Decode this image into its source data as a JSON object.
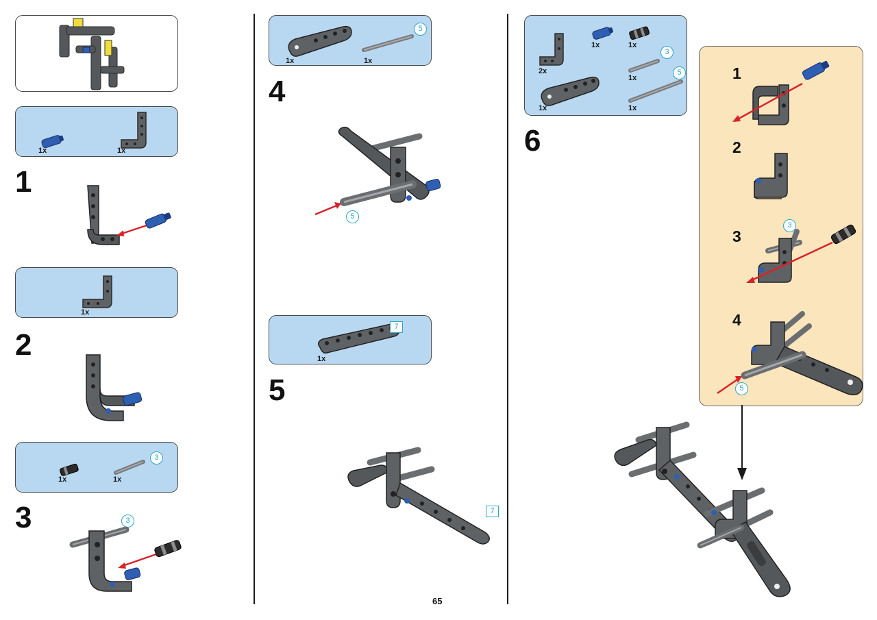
{
  "page_number": "65",
  "steps": {
    "s1": "1",
    "s2": "2",
    "s3": "3",
    "s4": "4",
    "s5": "5",
    "s6": "6"
  },
  "parts_lists": {
    "step1": {
      "a_qty": "1x",
      "b_qty": "1x"
    },
    "step2": {
      "a_qty": "1x"
    },
    "step3": {
      "a_qty": "1x",
      "b_qty": "1x",
      "b_length": "3"
    },
    "step4": {
      "a_qty": "1x",
      "b_qty": "1x",
      "b_length": "5"
    },
    "step5": {
      "a_qty": "1x",
      "a_length": "7"
    },
    "step6": {
      "a_qty": "2x",
      "b_qty": "1x",
      "c_qty": "1x",
      "d_qty": "1x",
      "e_qty": "1x",
      "f_qty": "1x",
      "d_length": "3",
      "e_length": "5"
    }
  },
  "callouts": {
    "step3_axle": "3",
    "step4_axle": "5",
    "step5_beam": "7"
  },
  "subassembly": {
    "steps": [
      "1",
      "2",
      "3",
      "4"
    ],
    "axle3": "3",
    "axle5": "5"
  },
  "colors": {
    "parts_box": "#b8d7f0",
    "subassembly_box": "#fbe5bd",
    "callout": "#2aa7c9",
    "arrow": "#d8222a",
    "part_gray": "#5f6265",
    "part_blue": "#2f5fb3"
  },
  "icons": [
    "assembly-preview-icon",
    "blue-pin-icon",
    "l-beam-icon",
    "black-pin-icon",
    "axle-icon",
    "liftarm-icon",
    "insert-arrow-icon",
    "down-arrow-icon"
  ]
}
